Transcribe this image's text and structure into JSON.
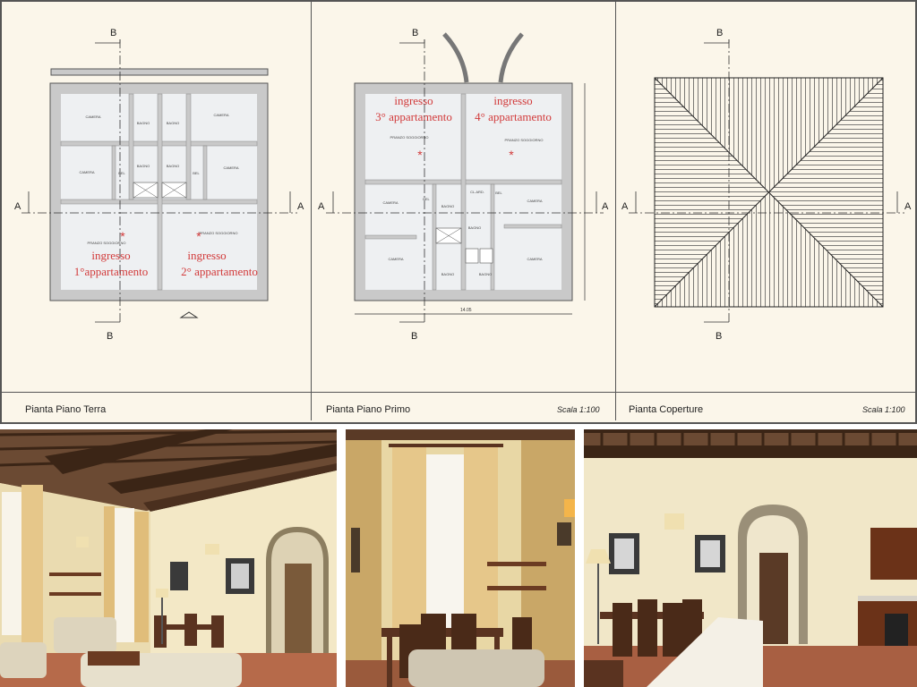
{
  "drawing": {
    "panels": [
      {
        "caption": "Pianta Piano Terra"
      },
      {
        "caption": "Pianta Piano Primo",
        "scale": "Scala 1:100"
      },
      {
        "caption": "Pianta Coperture",
        "scale": "Scala 1:100"
      }
    ],
    "section_marks": {
      "a": "A",
      "b": "B"
    },
    "ground_floor": {
      "entry_1": [
        "ingresso",
        "1°appartamento"
      ],
      "entry_2": [
        "ingresso",
        "2° appartamento"
      ],
      "rooms": [
        "CAMERA",
        "BAGNO",
        "BAGNO",
        "CAMERA",
        "CAMERA",
        "BAGNO",
        "BAGNO",
        "CAMERA",
        "BEL",
        "BEL",
        "PRANZO SOGGIORNO",
        "PRANZO SOGGIORNO"
      ]
    },
    "first_floor": {
      "entry_3": [
        "ingresso",
        "3° appartamento"
      ],
      "entry_4": [
        "ingresso",
        "4° appartamento"
      ],
      "rooms": [
        "PRANZO SOGGIORNO",
        "PRANZO SOGGIORNO",
        "CAMERA",
        "CAMERA",
        "CAMERA",
        "CAMERA",
        "BAGNO",
        "BAGNO",
        "BAGNO",
        "BAGNO",
        "CL.ARD.",
        "BEL",
        "BEL"
      ],
      "dimension": "14.05"
    }
  },
  "colors": {
    "paper": "#fbf6ea",
    "wall": "#c9c9c9",
    "room": "#eef0f2",
    "entry_text": "#d23a3a",
    "beam": "#4a2f1e",
    "plaster": "#efe3bf",
    "curtain": "#e6c78a"
  },
  "photos": [
    {
      "label": "living-room-beamed-ceiling"
    },
    {
      "label": "dining-window"
    },
    {
      "label": "living-room-kitchen-arch"
    }
  ]
}
